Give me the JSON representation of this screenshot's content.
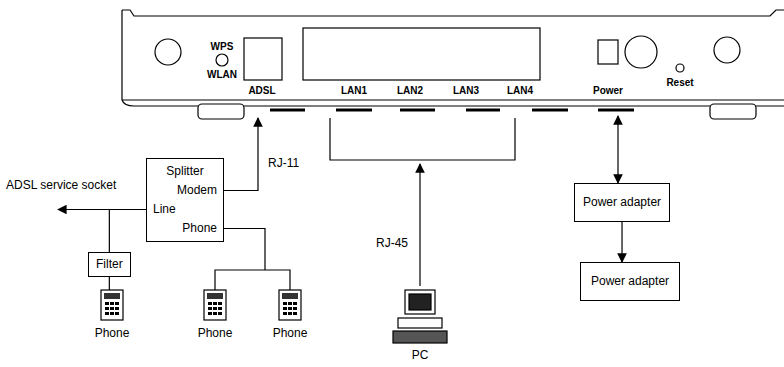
{
  "diagram": {
    "nodes": [
      {
        "text": [
          "Splitter",
          "Modem",
          "Line",
          "Phone"
        ]
      },
      {
        "text": [
          "Filter"
        ]
      },
      {
        "text": [
          "Power adapter"
        ]
      },
      {
        "text": [
          "Power adapter"
        ]
      }
    ],
    "edges": [
      {
        "from": 1,
        "to": 0,
        "arrow": "none"
      },
      {
        "from": 2,
        "to": 3,
        "arrow": "to"
      }
    ],
    "labels": [
      "WPS",
      "WLAN",
      "ADSL",
      "LAN1",
      "LAN2",
      "LAN3",
      "LAN4",
      "Power",
      "Reset",
      "ADSL service socket",
      "RJ-11",
      "RJ-45",
      "Phone",
      "Phone",
      "Phone",
      "PC"
    ]
  }
}
